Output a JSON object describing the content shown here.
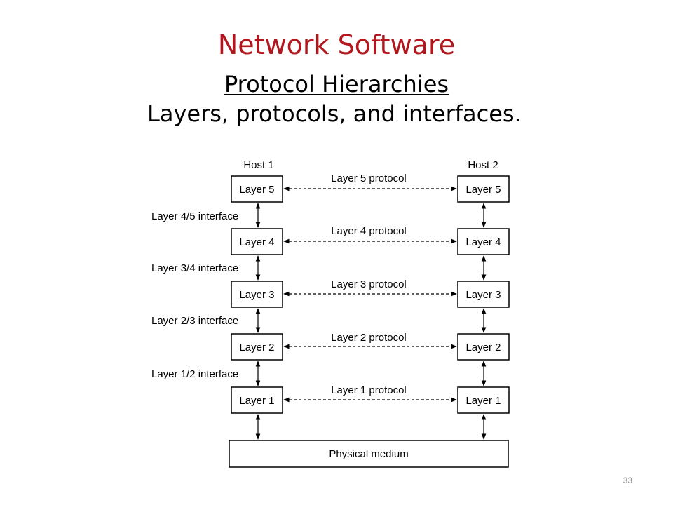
{
  "slide": {
    "title": "Network Software",
    "subtitle": "Protocol Hierarchies",
    "caption": "Layers, protocols, and interfaces.",
    "page_number": "33"
  },
  "colors": {
    "title": "#b3161d",
    "line": "#000000",
    "page_number": "#888888"
  },
  "diagram": {
    "hosts": [
      "Host 1",
      "Host 2"
    ],
    "layers": [
      {
        "label": "Layer 5",
        "protocol": "Layer 5 protocol"
      },
      {
        "label": "Layer 4",
        "protocol": "Layer 4 protocol"
      },
      {
        "label": "Layer 3",
        "protocol": "Layer 3 protocol"
      },
      {
        "label": "Layer 2",
        "protocol": "Layer 2 protocol"
      },
      {
        "label": "Layer 1",
        "protocol": "Layer 1 protocol"
      }
    ],
    "interfaces": [
      "Layer 4/5 interface",
      "Layer 3/4 interface",
      "Layer 2/3 interface",
      "Layer 1/2 interface"
    ],
    "medium": "Physical medium"
  }
}
